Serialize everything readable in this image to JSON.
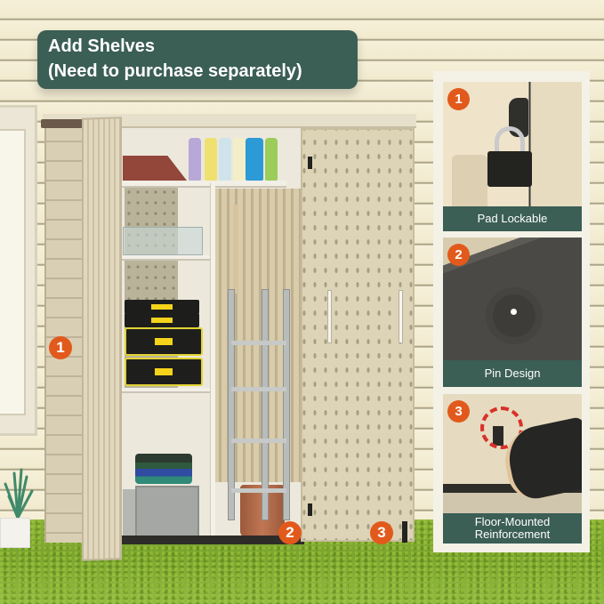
{
  "banner": {
    "line1": "Add Shelves",
    "line2": "(Need to purchase separately)"
  },
  "callouts": [
    {
      "number": "1",
      "position": "left-door-latch"
    },
    {
      "number": "2",
      "position": "floor-pin"
    },
    {
      "number": "3",
      "position": "floor-mount"
    }
  ],
  "features": [
    {
      "number": "1",
      "caption": "Pad Lockable",
      "image": "padlock-on-hasp"
    },
    {
      "number": "2",
      "caption": "Pin Design",
      "image": "floor-pin-hole"
    },
    {
      "number": "3",
      "caption_line1": "Floor-Mounted",
      "caption_line2": "Reinforcement",
      "image": "shoe-pressing-floor-latch"
    }
  ],
  "colors": {
    "banner_bg": "#3b5e55",
    "badge": "#e15a1c",
    "siding": "#f4eed6",
    "shed": "#ddd3b6",
    "grass": "#86ad37"
  }
}
